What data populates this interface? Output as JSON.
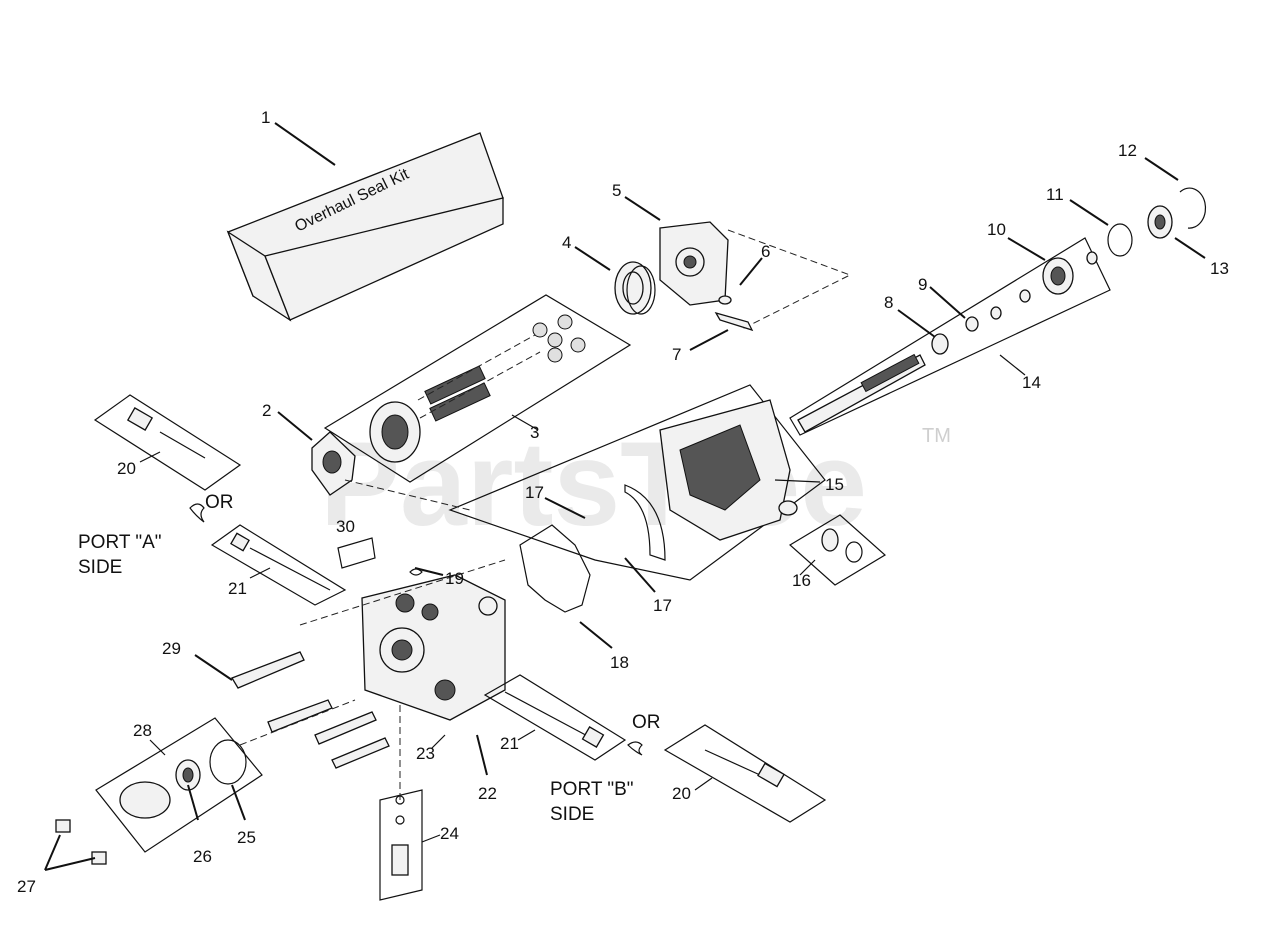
{
  "watermark": {
    "text": "PartsTree",
    "trademark": "TM"
  },
  "kit_label": "Overhaul Seal Kit",
  "side_labels": {
    "port_a_line1": "PORT \"A\"",
    "port_a_line2": "SIDE",
    "port_b_line1": "PORT \"B\"",
    "port_b_line2": "SIDE"
  },
  "or_labels": {
    "upper": "OR",
    "lower": "OR"
  },
  "callouts": {
    "c1": "1",
    "c2": "2",
    "c3": "3",
    "c4": "4",
    "c5": "5",
    "c6": "6",
    "c7": "7",
    "c8": "8",
    "c9": "9",
    "c10": "10",
    "c11": "11",
    "c12": "12",
    "c13": "13",
    "c14": "14",
    "c15": "15",
    "c16": "16",
    "c17a": "17",
    "c17b": "17",
    "c18": "18",
    "c19": "19",
    "c20a": "20",
    "c20b": "20",
    "c21a": "21",
    "c21b": "21",
    "c22": "22",
    "c23": "23",
    "c24": "24",
    "c25": "25",
    "c26": "26",
    "c27": "27",
    "c28": "28",
    "c29": "29",
    "c30": "30"
  }
}
